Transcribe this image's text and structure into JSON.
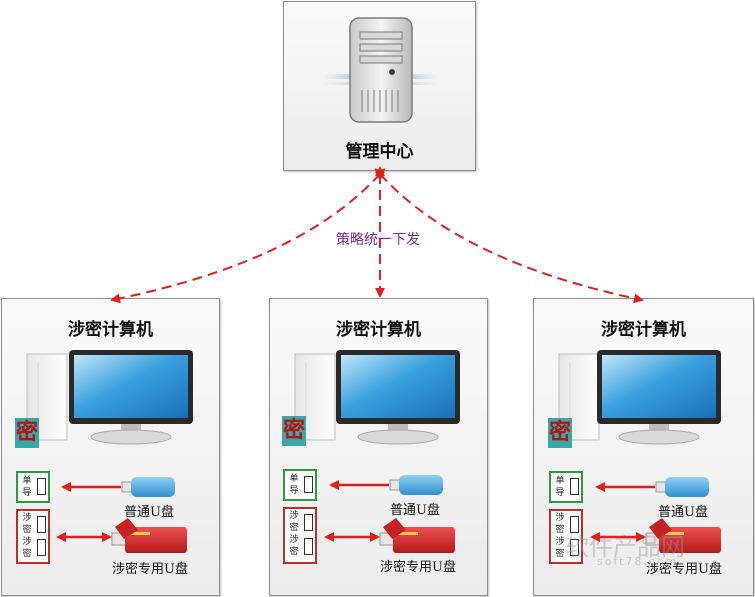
{
  "center": {
    "title": "管理中心",
    "icon": "server-icon"
  },
  "policy_label": "策略统一下发",
  "computers": [
    {
      "title": "涉密计算机",
      "ports": {
        "single_label": [
          "单",
          "导"
        ],
        "secret_label": [
          "涉",
          "密",
          "涉",
          "密"
        ]
      },
      "normal_usb_label": "普通U盘",
      "secret_usb_label": "涉密专用U盘",
      "seal": "密"
    },
    {
      "title": "涉密计算机",
      "ports": {
        "single_label": [
          "单",
          "导"
        ],
        "secret_label": [
          "涉",
          "密",
          "涉",
          "密"
        ]
      },
      "normal_usb_label": "普通U盘",
      "secret_usb_label": "涉密专用U盘",
      "seal": "密"
    },
    {
      "title": "涉密计算机",
      "ports": {
        "single_label": [
          "单",
          "导"
        ],
        "secret_label": [
          "涉",
          "密",
          "涉",
          "密"
        ]
      },
      "normal_usb_label": "普通U盘",
      "secret_usb_label": "涉密专用U盘",
      "seal": "密"
    }
  ],
  "watermark": {
    "main": "软件产品网",
    "sub": "soft78.com"
  },
  "colors": {
    "arrow": "#e0201e",
    "policy_text": "#7a2aa6",
    "monitor_screen": "#3aa0de",
    "usb_normal": "#3f9ed9",
    "usb_secret": "#d3262a",
    "green_group": "#2e9a3e",
    "red_group": "#c42b2b"
  }
}
